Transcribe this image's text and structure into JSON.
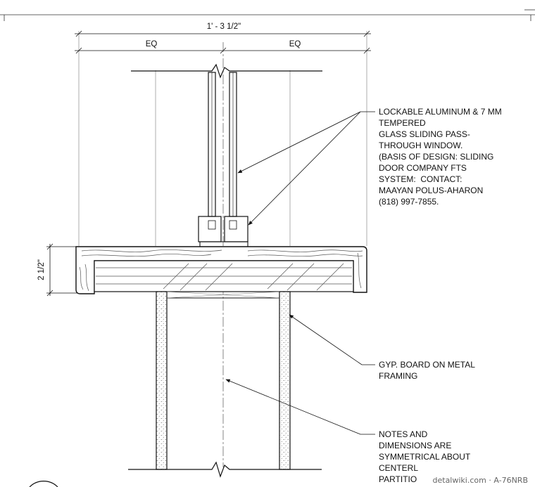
{
  "dimensions": {
    "overall": "1' - 3 1/2\"",
    "left_half": "EQ",
    "right_half": "EQ",
    "counter_thickness": "2 1/2\""
  },
  "notes": {
    "window": "LOCKABLE ALUMINUM & 7 MM\nTEMPERED\nGLASS SLIDING PASS-\nTHROUGH WINDOW.\n(BASIS OF DESIGN: SLIDING\nDOOR COMPANY FTS\nSYSTEM:  CONTACT:\nMAAYAN POLUS-AHARON\n(818) 997-7855.",
    "wall": "GYP. BOARD ON METAL\nFRAMING",
    "symmetry": "NOTES AND\nDIMENSIONS ARE\nSYMMETRICAL ABOUT\nCENTERL\nPARTITIO"
  },
  "watermark": "detalwiki.com · A-76NRB"
}
